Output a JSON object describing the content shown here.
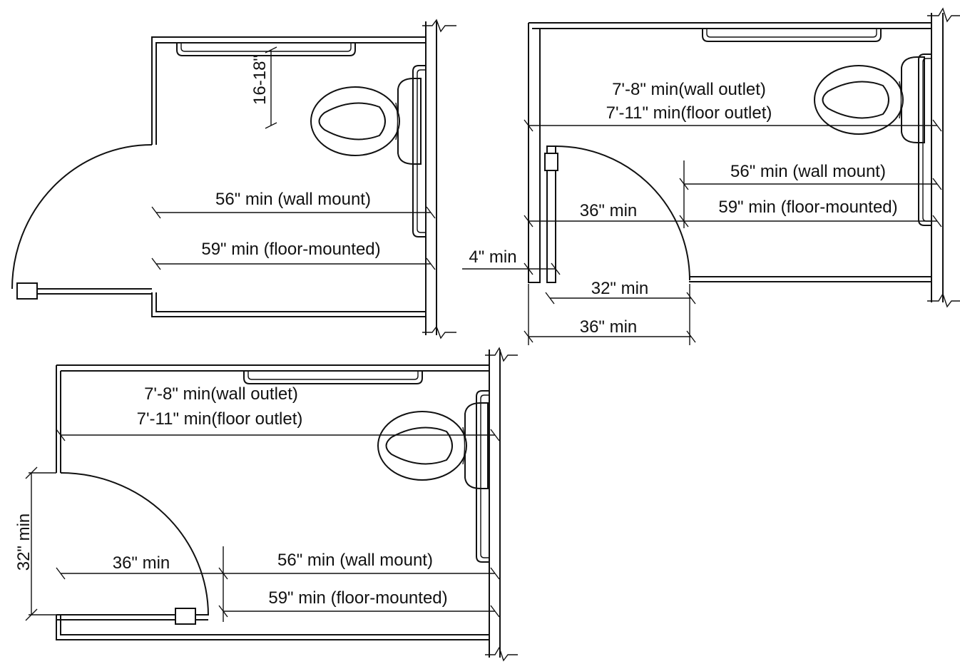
{
  "colors": {
    "line": "#111111",
    "background": "#ffffff"
  },
  "icons": [
    "toilet-icon",
    "grab-bar-icon",
    "door-hinge-icon"
  ],
  "diagram_a": {
    "seat_height": "16-18\"",
    "wall_mount": "56\" min (wall mount)",
    "floor_mounted": "59\" min (floor-mounted)"
  },
  "diagram_b": {
    "wall_outlet": "7'-8\" min(wall outlet)",
    "floor_outlet": "7'-11\" min(floor outlet)",
    "wall_mount": "56\" min (wall mount)",
    "floor_mounted": "59\" min (floor-mounted)",
    "door_approach": "36\" min",
    "toe_clearance": "4\" min",
    "door_opening": "32\" min",
    "door_width": "36\" min"
  },
  "diagram_c": {
    "wall_outlet": "7'-8\" min(wall outlet)",
    "floor_outlet": "7'-11\" min(floor outlet)",
    "door_opening": "32\" min",
    "door_approach": "36\" min",
    "wall_mount": "56\" min (wall mount)",
    "floor_mounted": "59\" min (floor-mounted)"
  }
}
